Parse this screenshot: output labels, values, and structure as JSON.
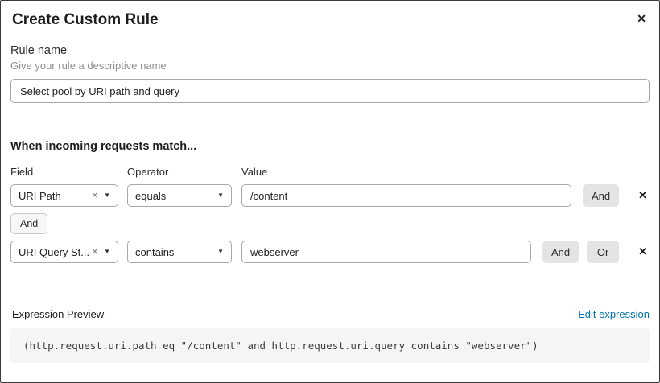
{
  "header": {
    "title": "Create Custom Rule"
  },
  "icons": {
    "close": "✕",
    "clear": "✕",
    "chevron_down": "▼",
    "delete": "✕"
  },
  "rule_name": {
    "label": "Rule name",
    "helper": "Give your rule a descriptive name",
    "value": "Select pool by URI path and query"
  },
  "match": {
    "heading": "When incoming requests match...",
    "column_headers": {
      "field": "Field",
      "operator": "Operator",
      "value": "Value"
    },
    "rows": [
      {
        "field": "URI Path",
        "operator": "equals",
        "value": "/content",
        "and_button": "And"
      },
      {
        "field": "URI Query St...",
        "operator": "contains",
        "value": "webserver",
        "and_button": "And",
        "or_button": "Or"
      }
    ],
    "connector_label": "And"
  },
  "expression": {
    "label": "Expression Preview",
    "edit_link": "Edit expression",
    "code": "(http.request.uri.path eq \"/content\" and http.request.uri.query contains \"webserver\")"
  },
  "colors": {
    "link": "#0073aa",
    "chip_background": "#e4e4e4",
    "code_background": "#f5f5f5",
    "input_border": "#a8a8a8"
  }
}
